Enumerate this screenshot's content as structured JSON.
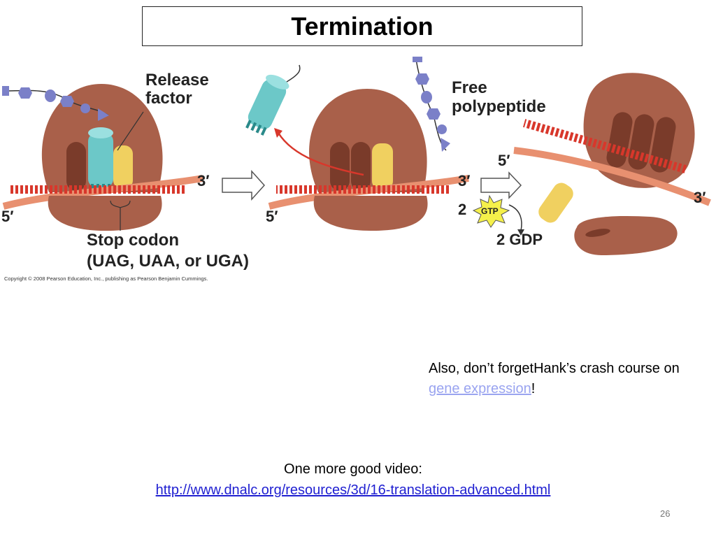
{
  "slide": {
    "title": "Termination",
    "number": "26"
  },
  "figure": {
    "labels": {
      "release_factor_line1": "Release",
      "release_factor_line2": "factor",
      "free_polypeptide_line1": "Free",
      "free_polypeptide_line2": "polypeptide",
      "stop_codon_line1": "Stop codon",
      "stop_codon_line2": "(UAG, UAA, or UGA)",
      "three_prime": "3′",
      "five_prime": "5′",
      "gtp_count": "2",
      "gtp": "GTP",
      "gdp": "2 GDP"
    },
    "copyright": "Copyright © 2008 Pearson Education, Inc., publishing as Pearson Benjamin Cummings.",
    "colors": {
      "ribosome": "#a9604a",
      "ribosome_dark": "#7a3b2a",
      "mrna": "#d8372b",
      "release_factor": "#6cc8c8",
      "trna_yellow": "#f0d060",
      "polypeptide": "#7b80c8",
      "link_light": "#9aa4f0",
      "link": "#1f1fd1"
    }
  },
  "note": {
    "prefix": "Also, don’t forgetHank’s crash course on ",
    "link_text": "gene expression",
    "suffix": "!"
  },
  "video": {
    "label": "One more good video:",
    "url": "http://www.dnalc.org/resources/3d/16-translation-advanced.html"
  }
}
